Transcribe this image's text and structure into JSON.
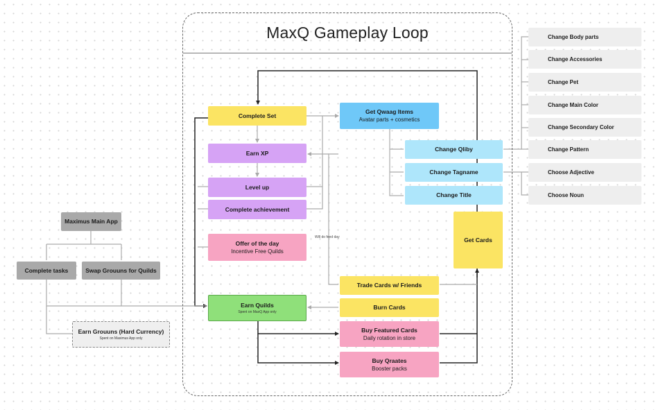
{
  "title": "MaxQ Gameplay Loop",
  "nodes": {
    "complete_set": "Complete Set",
    "earn_xp": "Earn XP",
    "level_up": "Level up",
    "complete_achievement": "Complete achievement",
    "offer_of_the_day": "Offer of the day",
    "offer_subtitle": "Incentive Free Quilds",
    "earn_quilds": "Earn Quilds",
    "earn_quilds_note": "Spent on MaxQ App only",
    "get_qwaag_items": "Get Qwaag Items",
    "get_qwaag_subtitle": "Avatar parts + cosmetics",
    "change_qliby": "Change Qliby",
    "change_tagname": "Change Tagname",
    "change_title": "Change Title",
    "get_cards": "Get Cards",
    "trade_cards": "Trade Cards w/ Friends",
    "burn_cards": "Burn Cards",
    "buy_featured_cards": "Buy Featured Cards",
    "buy_featured_subtitle": "Daily rotation in store",
    "buy_qraates": "Buy Qraates",
    "buy_qraates_subtitle": "Booster packs",
    "maximus_main_app": "Maximus Main App",
    "complete_tasks": "Complete tasks",
    "swap_grouuns": "Swap Grouuns for Quilds",
    "earn_grouuns": "Earn Grouuns (Hard Currency)",
    "earn_grouuns_note": "Spent on Maximus App only",
    "will_do_feed_day": "Will do feed day"
  },
  "customization": [
    "Change Body parts",
    "Change Accessories",
    "Change Pet",
    "Change Main Color",
    "Change Secondary Color",
    "Change Pattern",
    "Choose Adjective",
    "Choose Noun"
  ],
  "colors": {
    "yellow": "#fbe463",
    "purple": "#d6a3f5",
    "pink": "#f7a4c2",
    "green": "#8fe07a",
    "blue": "#6fc8f8",
    "light_blue": "#aee6fb",
    "grey": "#a9a9a9"
  }
}
